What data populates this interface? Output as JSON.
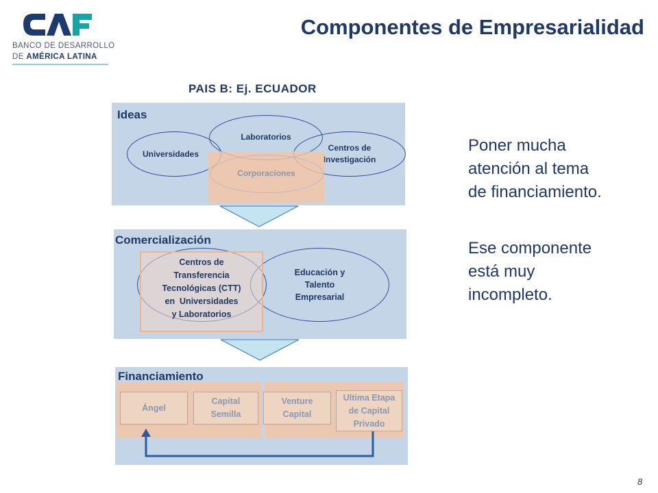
{
  "header": {
    "logo_text": "CAF",
    "logo_line1": "BANCO DE DESARROLLO",
    "logo_line2_prefix": "DE ",
    "logo_line2_bold": "AMÉRICA LATINA",
    "title": "Componentes de Empresarialidad"
  },
  "diagram": {
    "country_label": "PAIS B: Ej. ECUADOR",
    "ideas": {
      "label": "Ideas",
      "universidades": "Universidades",
      "laboratorios": "Laboratorios",
      "centros_line1": "Centros de",
      "centros_line2": "Investigación",
      "corporaciones": "Corporaciones"
    },
    "comercializacion": {
      "label": "Comercialización",
      "ctt_line1": "Centros de",
      "ctt_line2": "Transferencia",
      "ctt_line3": "Tecnológicas (CTT)",
      "ctt_line4": "en  Universidades",
      "ctt_line5": "y Laboratorios",
      "edu_line1": "Educación y",
      "edu_line2": "Talento",
      "edu_line3": "Empresarial"
    },
    "financiamiento": {
      "label": "Financiamiento",
      "angel": "Ángel",
      "capital_line1": "Capital",
      "capital_line2": "Semilla",
      "venture_line1": "Venture",
      "venture_line2": "Capital",
      "ultima_line1": "Ultima Etapa",
      "ultima_line2": "de Capital",
      "ultima_line3": "Privado"
    }
  },
  "side_note": {
    "para1_line1": "Poner mucha",
    "para1_line2": "atención al tema",
    "para1_line3": "de financiamiento.",
    "para2_line1": "Ese componente",
    "para2_line2": "está muy",
    "para2_line3": "incompleto."
  },
  "page_number": "8",
  "colors": {
    "title_navy": "#1f3864",
    "panel_blue": "#c5d5e8",
    "overlay_peach": "#f4c4a0",
    "ellipse_stroke": "#2f4a9a",
    "arrow_fill": "#c4e4f2",
    "loop_arrow": "#2a5aa8",
    "logo_navy": "#1e3a6e",
    "logo_green": "#1aa3a3"
  }
}
